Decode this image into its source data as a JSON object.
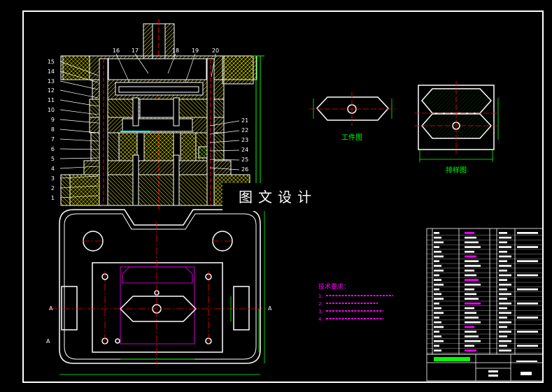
{
  "drawing": {
    "watermark": "图文设计",
    "workpiece_label": "工件图",
    "layout_label": "排样图",
    "tech_title": "技术要求：",
    "tech_notes": [
      "1.",
      "2.",
      "3.",
      "4."
    ],
    "part_numbers_left": [
      "15",
      "14",
      "13",
      "12",
      "11",
      "10",
      "9",
      "8",
      "7",
      "6",
      "5",
      "4",
      "3",
      "2",
      "1"
    ],
    "part_numbers_top": [
      "16",
      "17",
      "18",
      "19",
      "20"
    ],
    "part_numbers_right": [
      "21",
      "22",
      "23",
      "24",
      "25",
      "26"
    ],
    "section_marks": [
      "A",
      "A",
      "A"
    ]
  },
  "colors": {
    "background": "#000000",
    "outline": "#ffffff",
    "hatch": "#ffff00",
    "centerline": "#ff0000",
    "dimension": "#00ff00",
    "cyan": "#00ffff",
    "magenta": "#ff00ff",
    "blue": "#0000ff"
  }
}
